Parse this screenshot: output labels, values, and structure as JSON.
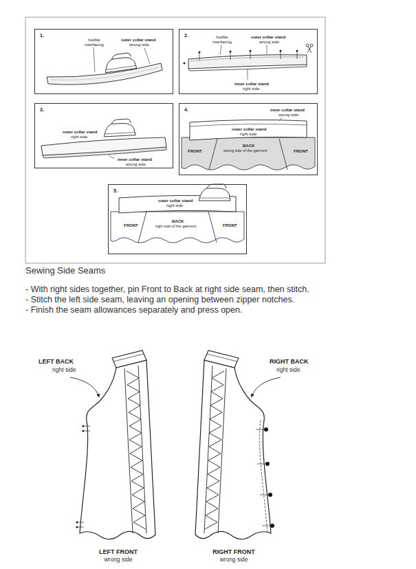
{
  "diagram": {
    "title": "Sewing Side Seams",
    "nodes": [
      {
        "text": [
          "1.",
          "fusible interfacing",
          "outer collar stand",
          "wrong side"
        ]
      },
      {
        "text": [
          "2.",
          "fusible interfacing",
          "outer collar stand",
          "wrong side",
          "inner collar stand",
          "right side"
        ]
      },
      {
        "text": [
          "3.",
          "outer collar stand",
          "right side",
          "inner collar stand",
          "wrong side"
        ]
      },
      {
        "text": [
          "4.",
          "inner collar stand",
          "wrong side",
          "outer collar stand",
          "right side",
          "FRONT",
          "BACK",
          "wrong side of the garment",
          "FRONT"
        ]
      },
      {
        "text": [
          "5.",
          "outer collar stand",
          "right side",
          "FRONT",
          "BACK",
          "right side of the garment",
          "FRONT"
        ]
      }
    ],
    "labels": [
      "- With right sides together, pin Front to Back at right side seam, then stitch.",
      "- Stitch the left side seam, leaving an opening between zipper notches.",
      "- Finish the seam allowances separately and press open.",
      "LEFT BACK",
      "right side",
      "RIGHT BACK",
      "right side",
      "LEFT FRONT",
      "wrong side",
      "RIGHT FRONT",
      "wrong side"
    ]
  }
}
